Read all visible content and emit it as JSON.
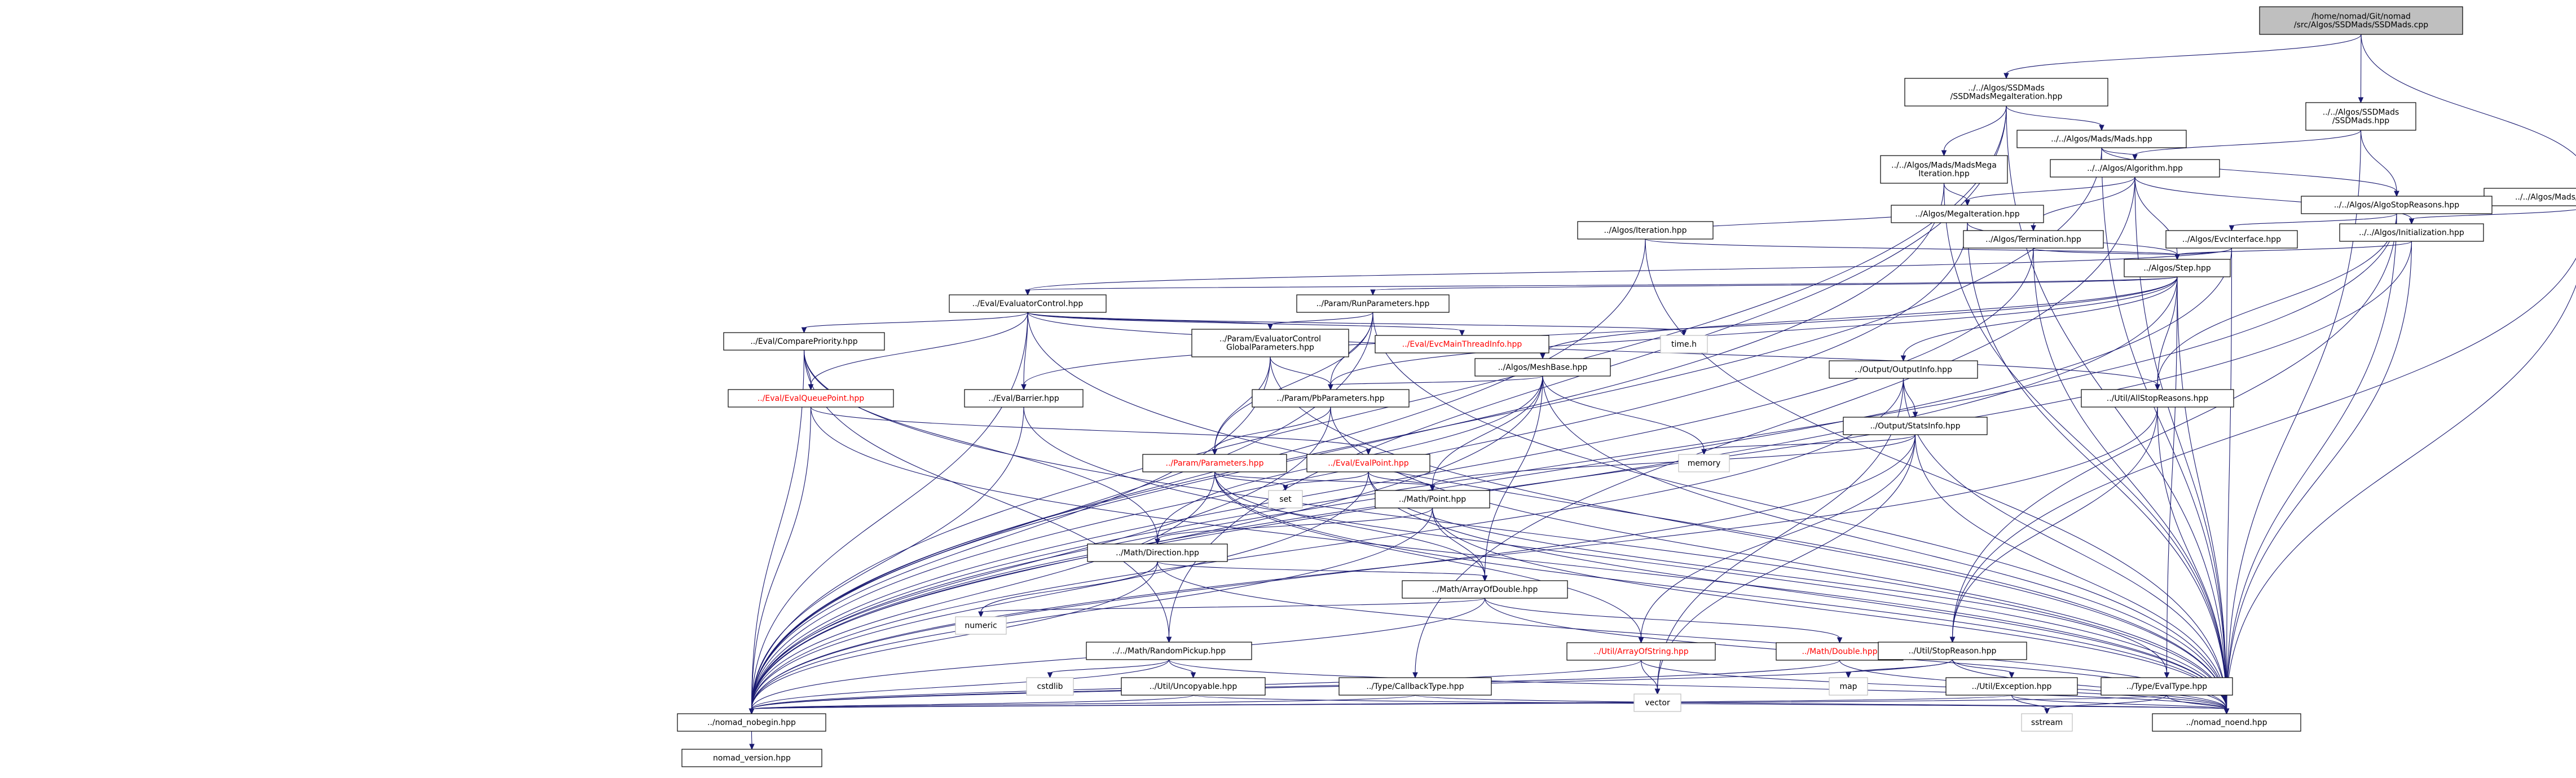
{
  "nodes": [
    {
      "id": "root",
      "lines": [
        "/home/nomad/Git/nomad",
        "/src/Algos/SSDMads/SSDMads.cpp"
      ],
      "kind": "root"
    },
    {
      "id": "ssdmega",
      "lines": [
        "../../Algos/SSDMads",
        "/SSDMadsMegaIteration.hpp"
      ],
      "kind": "normal"
    },
    {
      "id": "ssdmads",
      "lines": [
        "../../Algos/SSDMads",
        "/SSDMads.hpp"
      ],
      "kind": "normal"
    },
    {
      "id": "madsinit",
      "lines": [
        "../../Algos/Mads/MadsInitialization.hpp"
      ],
      "kind": "normal"
    },
    {
      "id": "madshpp",
      "lines": [
        "../../Algos/Mads/Mads.hpp"
      ],
      "kind": "normal"
    },
    {
      "id": "madsmega",
      "lines": [
        "../../Algos/Mads/MadsMega",
        "Iteration.hpp"
      ],
      "kind": "normal"
    },
    {
      "id": "algorithm",
      "lines": [
        "../../Algos/Algorithm.hpp"
      ],
      "kind": "normal"
    },
    {
      "id": "algostop",
      "lines": [
        "../../Algos/AlgoStopReasons.hpp"
      ],
      "kind": "normal"
    },
    {
      "id": "megaiter",
      "lines": [
        "../Algos/MegaIteration.hpp"
      ],
      "kind": "normal"
    },
    {
      "id": "initialization",
      "lines": [
        "../../Algos/Initialization.hpp"
      ],
      "kind": "normal"
    },
    {
      "id": "iteration",
      "lines": [
        "../Algos/Iteration.hpp"
      ],
      "kind": "normal"
    },
    {
      "id": "termination",
      "lines": [
        "../Algos/Termination.hpp"
      ],
      "kind": "normal"
    },
    {
      "id": "evcinterface",
      "lines": [
        "../Algos/EvcInterface.hpp"
      ],
      "kind": "normal"
    },
    {
      "id": "step",
      "lines": [
        "../Algos/Step.hpp"
      ],
      "kind": "normal"
    },
    {
      "id": "evalctrl",
      "lines": [
        "../Eval/EvaluatorControl.hpp"
      ],
      "kind": "normal"
    },
    {
      "id": "runparams",
      "lines": [
        "../Param/RunParameters.hpp"
      ],
      "kind": "normal"
    },
    {
      "id": "compareprio",
      "lines": [
        "../Eval/ComparePriority.hpp"
      ],
      "kind": "normal"
    },
    {
      "id": "evalctrlglobal",
      "lines": [
        "../Param/EvaluatorControl",
        "GlobalParameters.hpp"
      ],
      "kind": "normal"
    },
    {
      "id": "evcmain",
      "lines": [
        "../Eval/EvcMainThreadInfo.hpp"
      ],
      "kind": "red"
    },
    {
      "id": "timeh",
      "lines": [
        "time.h"
      ],
      "kind": "sys"
    },
    {
      "id": "meshbase",
      "lines": [
        "../Algos/MeshBase.hpp"
      ],
      "kind": "normal"
    },
    {
      "id": "outputinfo",
      "lines": [
        "../Output/OutputInfo.hpp"
      ],
      "kind": "normal"
    },
    {
      "id": "evalqueue",
      "lines": [
        "../Eval/EvalQueuePoint.hpp"
      ],
      "kind": "red"
    },
    {
      "id": "barrier",
      "lines": [
        "../Eval/Barrier.hpp"
      ],
      "kind": "normal"
    },
    {
      "id": "pbparams",
      "lines": [
        "../Param/PbParameters.hpp"
      ],
      "kind": "normal"
    },
    {
      "id": "allstop",
      "lines": [
        "../Util/AllStopReasons.hpp"
      ],
      "kind": "normal"
    },
    {
      "id": "statsinfo",
      "lines": [
        "../Output/StatsInfo.hpp"
      ],
      "kind": "normal"
    },
    {
      "id": "parameters",
      "lines": [
        "../Param/Parameters.hpp"
      ],
      "kind": "red"
    },
    {
      "id": "evalpoint",
      "lines": [
        "../Eval/EvalPoint.hpp"
      ],
      "kind": "red"
    },
    {
      "id": "memory",
      "lines": [
        "memory"
      ],
      "kind": "sys"
    },
    {
      "id": "set",
      "lines": [
        "set"
      ],
      "kind": "sys"
    },
    {
      "id": "point",
      "lines": [
        "../Math/Point.hpp"
      ],
      "kind": "normal"
    },
    {
      "id": "direction",
      "lines": [
        "../Math/Direction.hpp"
      ],
      "kind": "normal"
    },
    {
      "id": "arrayofdouble",
      "lines": [
        "../Math/ArrayOfDouble.hpp"
      ],
      "kind": "normal"
    },
    {
      "id": "numeric",
      "lines": [
        "numeric"
      ],
      "kind": "sys"
    },
    {
      "id": "randompickup",
      "lines": [
        "../../Math/RandomPickup.hpp"
      ],
      "kind": "normal"
    },
    {
      "id": "arrayofstring",
      "lines": [
        "../Util/ArrayOfString.hpp"
      ],
      "kind": "red"
    },
    {
      "id": "double",
      "lines": [
        "../Math/Double.hpp"
      ],
      "kind": "red"
    },
    {
      "id": "stopreason",
      "lines": [
        "../Util/StopReason.hpp"
      ],
      "kind": "normal"
    },
    {
      "id": "cstdlib",
      "lines": [
        "cstdlib"
      ],
      "kind": "sys"
    },
    {
      "id": "uncopyable",
      "lines": [
        "../Util/Uncopyable.hpp"
      ],
      "kind": "normal"
    },
    {
      "id": "callbacktype",
      "lines": [
        "../Type/CallbackType.hpp"
      ],
      "kind": "normal"
    },
    {
      "id": "vector",
      "lines": [
        "vector"
      ],
      "kind": "sys"
    },
    {
      "id": "map",
      "lines": [
        "map"
      ],
      "kind": "sys"
    },
    {
      "id": "exception",
      "lines": [
        "../Util/Exception.hpp"
      ],
      "kind": "normal"
    },
    {
      "id": "evaltype",
      "lines": [
        "../Type/EvalType.hpp"
      ],
      "kind": "normal"
    },
    {
      "id": "sstream",
      "lines": [
        "sstream"
      ],
      "kind": "sys"
    },
    {
      "id": "nobegin",
      "lines": [
        "../nomad_nobegin.hpp"
      ],
      "kind": "normal"
    },
    {
      "id": "noend",
      "lines": [
        "../nomad_noend.hpp"
      ],
      "kind": "normal"
    },
    {
      "id": "version",
      "lines": [
        "nomad_version.hpp"
      ],
      "kind": "normal"
    }
  ]
}
